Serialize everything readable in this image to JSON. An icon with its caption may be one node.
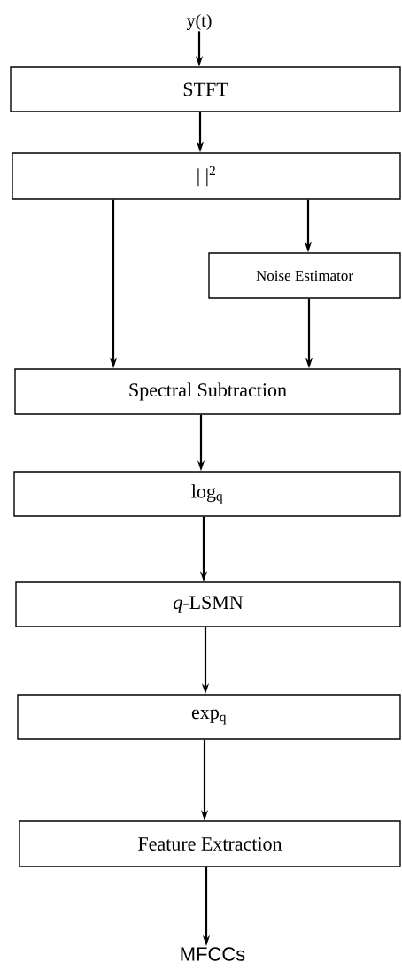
{
  "diagram": {
    "nodes": [
      {
        "text": [
          "y(t)"
        ]
      },
      {
        "text": [
          "STFT"
        ]
      },
      {
        "text": [
          "| |$^{2}$"
        ]
      },
      {
        "text": [
          "Noise Estimator"
        ]
      },
      {
        "text": [
          "Spectral Subtraction"
        ]
      },
      {
        "text": [
          "log$_{q}$"
        ]
      },
      {
        "text": [
          "*q*-LSMN"
        ]
      },
      {
        "text": [
          "exp$_{q}$"
        ]
      },
      {
        "text": [
          "Feature Extraction"
        ]
      },
      {
        "text": [
          "MFCCs"
        ]
      }
    ],
    "edges": [
      {
        "from": 0,
        "to": 1,
        "arrow": "to"
      },
      {
        "from": 1,
        "to": 2,
        "arrow": "to"
      },
      {
        "from": 2,
        "to": 4,
        "arrow": "to"
      },
      {
        "from": 2,
        "to": 3,
        "arrow": "to"
      },
      {
        "from": 3,
        "to": 4,
        "arrow": "to"
      },
      {
        "from": 4,
        "to": 5,
        "arrow": "to"
      },
      {
        "from": 5,
        "to": 6,
        "arrow": "to"
      },
      {
        "from": 6,
        "to": 7,
        "arrow": "to"
      },
      {
        "from": 7,
        "to": 8,
        "arrow": "to"
      },
      {
        "from": 8,
        "to": 9,
        "arrow": "to"
      }
    ]
  }
}
